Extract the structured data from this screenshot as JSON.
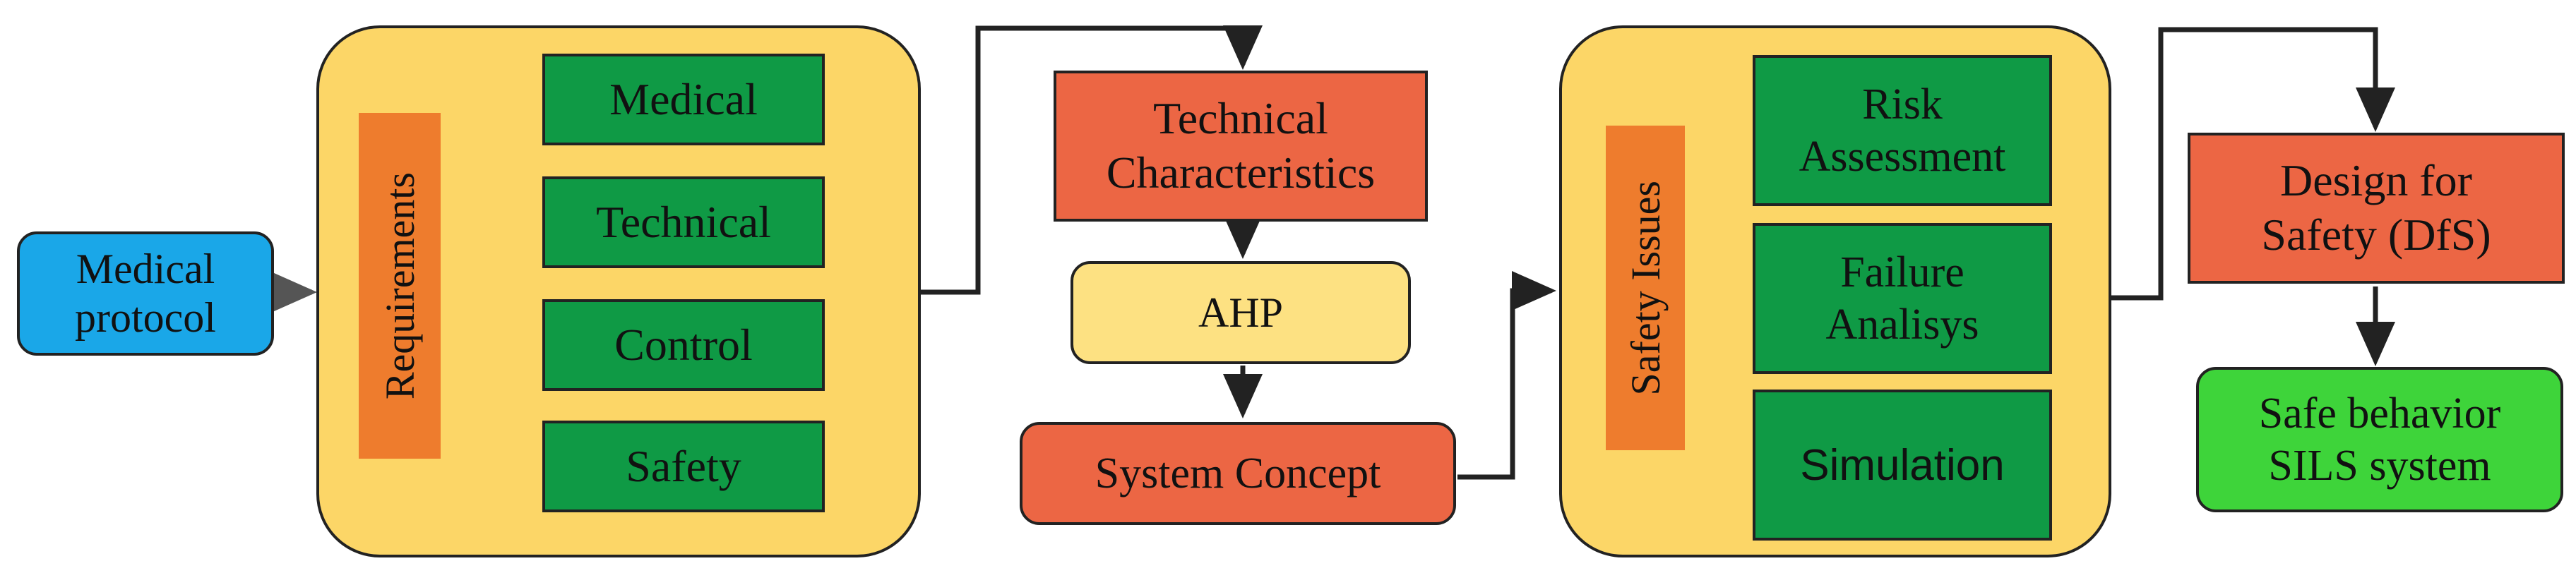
{
  "colors": {
    "blue": "#1aa7e8",
    "yellow_panel": "#fcd667",
    "orange_label": "#ee7c2d",
    "green_item": "#0f9a45",
    "red_step": "#ec6644",
    "light_yellow": "#fde182",
    "bright_green": "#3ed43a",
    "bracket": "#5b7ec0"
  },
  "nodes": {
    "medical_protocol": "Medical\nprotocol",
    "requirements_label": "Requirements",
    "req_medical": "Medical",
    "req_technical": "Technical",
    "req_control": "Control",
    "req_safety": "Safety",
    "technical_characteristics": "Technical\nCharacteristics",
    "ahp": "AHP",
    "system_concept": "System Concept",
    "safety_issues_label": "Safety Issues",
    "risk_assessment": "Risk\nAssessment",
    "failure_analisys": "Failure\nAnalisys",
    "simulation": "Simulation",
    "design_for_safety": "Design for\nSafety (DfS)",
    "safe_behavior": "Safe behavior\nSILS system"
  }
}
